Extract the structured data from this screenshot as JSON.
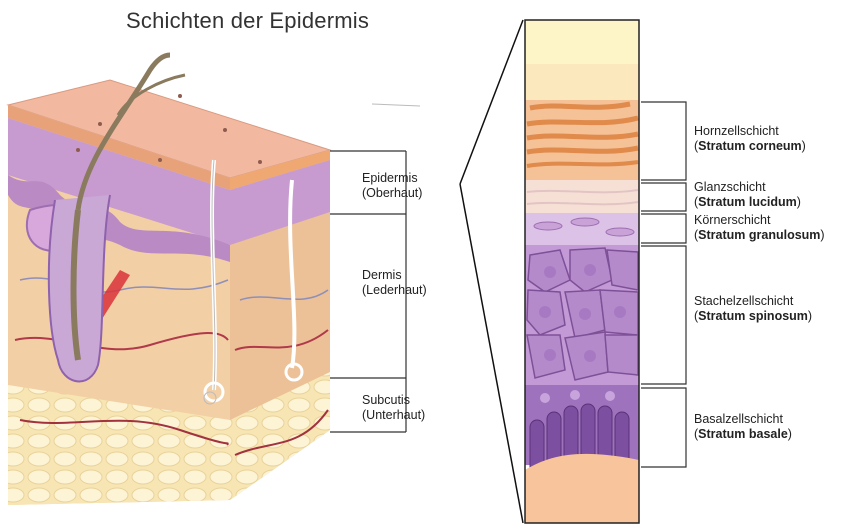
{
  "title": "Schichten der Epidermis",
  "left_labels": [
    {
      "name": "Epidermis",
      "sub": "(Oberhaut)"
    },
    {
      "name": "Dermis",
      "sub": "(Lederhaut)"
    },
    {
      "name": "Subcutis",
      "sub": "(Unterhaut)"
    }
  ],
  "right_labels": [
    {
      "name": "Hornzellschicht",
      "paren_open": "(",
      "latin": "Stratum corneum",
      "paren_close": ")"
    },
    {
      "name": "Glanzschicht",
      "paren_open": "(",
      "latin": "Stratum lucidum",
      "paren_close": ")"
    },
    {
      "name": "Körnerschicht",
      "paren_open": "(",
      "latin": "Stratum granulosum",
      "paren_close": ")"
    },
    {
      "name": "Stachelzellschicht",
      "paren_open": "(",
      "latin": "Stratum spinosum",
      "paren_close": ")"
    },
    {
      "name": "Basalzellschicht",
      "paren_open": "(",
      "latin": "Stratum basale",
      "paren_close": ")"
    }
  ],
  "colors": {
    "skin_surface": "#f2b9a0",
    "dermis": "#f1c9a0",
    "epidermis_purple": "#c79bcf",
    "corneum_orange": "#f0a873",
    "spinosum_purple": "#b58acb",
    "basale_purple": "#8e62ad",
    "subcutis_fat": "#fbefc8",
    "vessels": "#b0394a"
  }
}
